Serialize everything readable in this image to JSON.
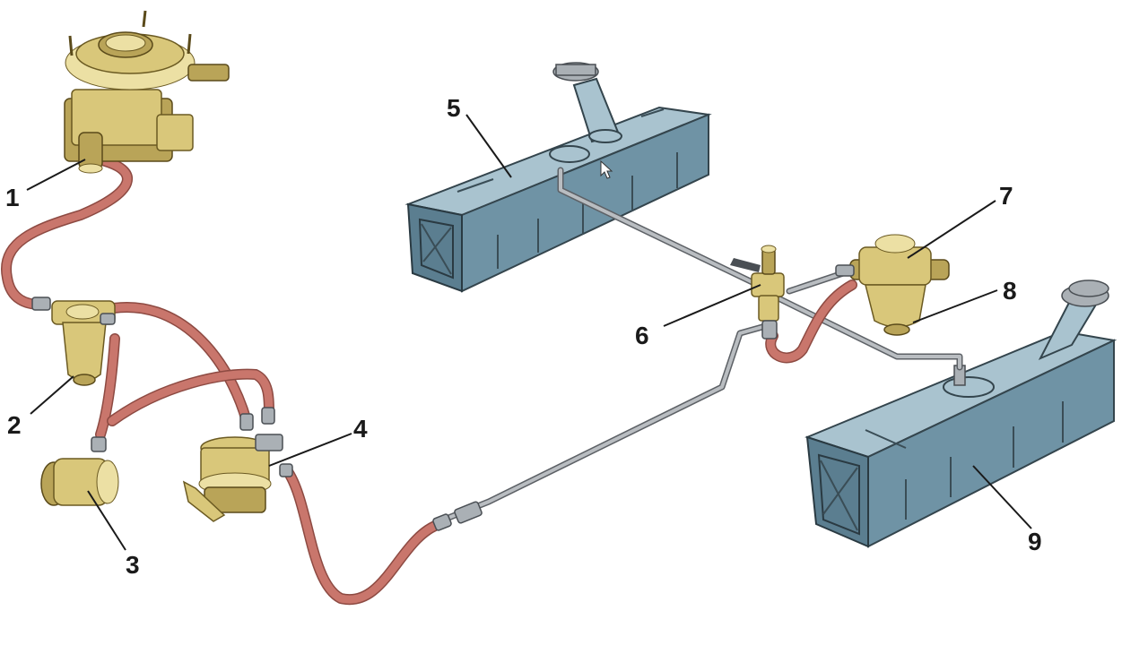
{
  "callouts": [
    {
      "id": "1",
      "label": "1"
    },
    {
      "id": "2",
      "label": "2"
    },
    {
      "id": "3",
      "label": "3"
    },
    {
      "id": "4",
      "label": "4"
    },
    {
      "id": "5",
      "label": "5"
    },
    {
      "id": "6",
      "label": "6"
    },
    {
      "id": "7",
      "label": "7"
    },
    {
      "id": "8",
      "label": "8"
    },
    {
      "id": "9",
      "label": "9"
    }
  ],
  "colors": {
    "background": "#ffffff",
    "rubber_hose": "#c9766c",
    "metal_pipe": "#b9bdc1",
    "tank_blue": "#6f93a5",
    "brass": "#d9c77a",
    "label_text": "#1a1a1a"
  },
  "components": [
    {
      "callout": "1",
      "icon": "carburetor-icon"
    },
    {
      "callout": "2",
      "icon": "fine-fuel-filter-icon"
    },
    {
      "callout": "3",
      "icon": "return-valve-icon"
    },
    {
      "callout": "4",
      "icon": "fuel-pump-icon"
    },
    {
      "callout": "5",
      "icon": "fuel-tank-icon"
    },
    {
      "callout": "6",
      "icon": "fuel-tap-icon"
    },
    {
      "callout": "7",
      "icon": "sediment-filter-icon"
    },
    {
      "callout": "8",
      "icon": "filter-bowl-icon"
    },
    {
      "callout": "9",
      "icon": "fuel-tank-icon"
    }
  ]
}
